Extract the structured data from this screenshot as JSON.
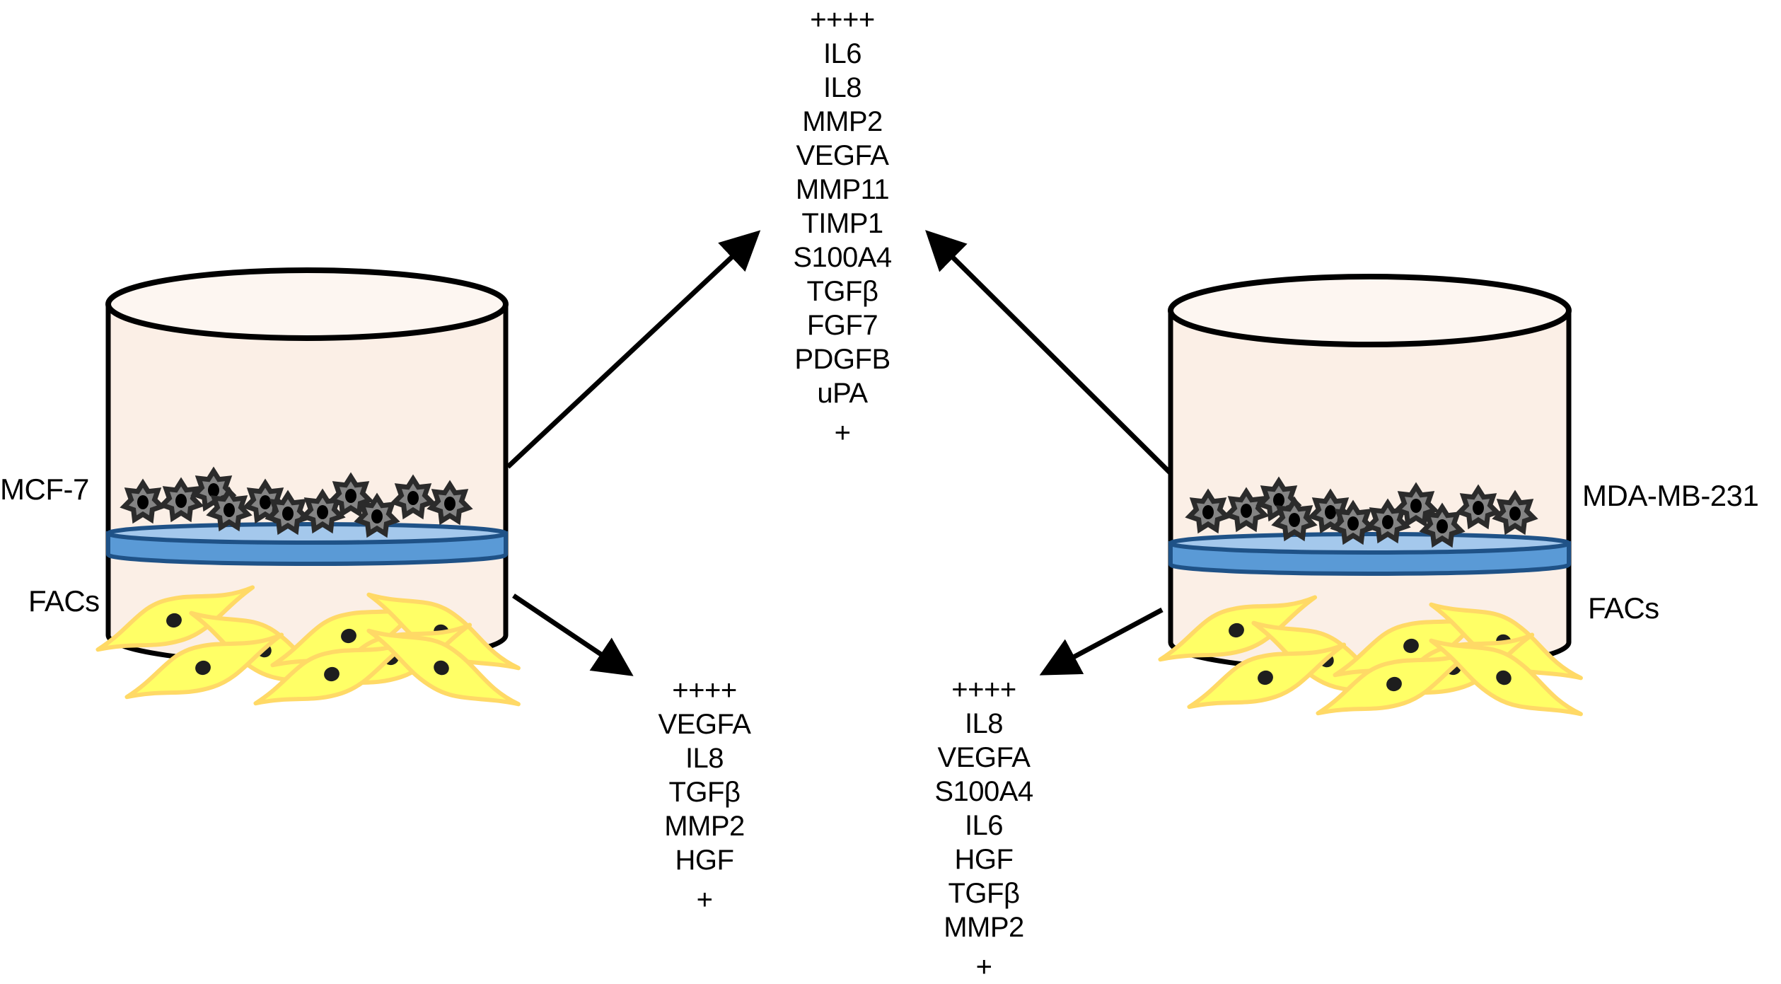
{
  "figure": {
    "left_culture": {
      "cancer_cell_line": "MCF-7",
      "stromal_cells": "FACs"
    },
    "right_culture": {
      "cancer_cell_line": "MDA-MB-231",
      "stromal_cells": "FACs"
    },
    "secreted_by_cancer_cells": {
      "header": "++++",
      "genes": [
        "IL6",
        "IL8",
        "MMP2",
        "VEGFA",
        "MMP11",
        "TIMP1",
        "S100A4",
        "TGFβ",
        "FGF7",
        "PDGFB",
        "uPA"
      ],
      "footer": "+"
    },
    "secreted_by_facs_mcf7": {
      "header": "++++",
      "genes": [
        "VEGFA",
        "IL8",
        "TGFβ",
        "MMP2",
        "HGF"
      ],
      "footer": "+"
    },
    "secreted_by_facs_mdamb231": {
      "header": "++++",
      "genes": [
        "IL8",
        "VEGFA",
        "S100A4",
        "IL6",
        "HGF",
        "TGFβ",
        "MMP2"
      ],
      "footer": "+"
    },
    "icons": {
      "cancer_cell": "cancer-cell-icon",
      "fibroblast": "fibroblast-icon",
      "insert_membrane": "transwell-membrane-icon",
      "well": "culture-well-icon",
      "arrow": "arrow-icon"
    },
    "colors": {
      "well_body": "#fbefe6",
      "well_top": "#fdf6f1",
      "membrane_top": "#a4c8ec",
      "membrane_side": "#5a9ad6",
      "membrane_stroke": "#1f5287",
      "cancer_cell_fill": "#848484",
      "cancer_cell_stroke": "#2b2b2b",
      "fibroblast_fill": "#ffff66",
      "fibroblast_stroke": "#ffd966",
      "nucleus": "#1e1e1e"
    }
  }
}
